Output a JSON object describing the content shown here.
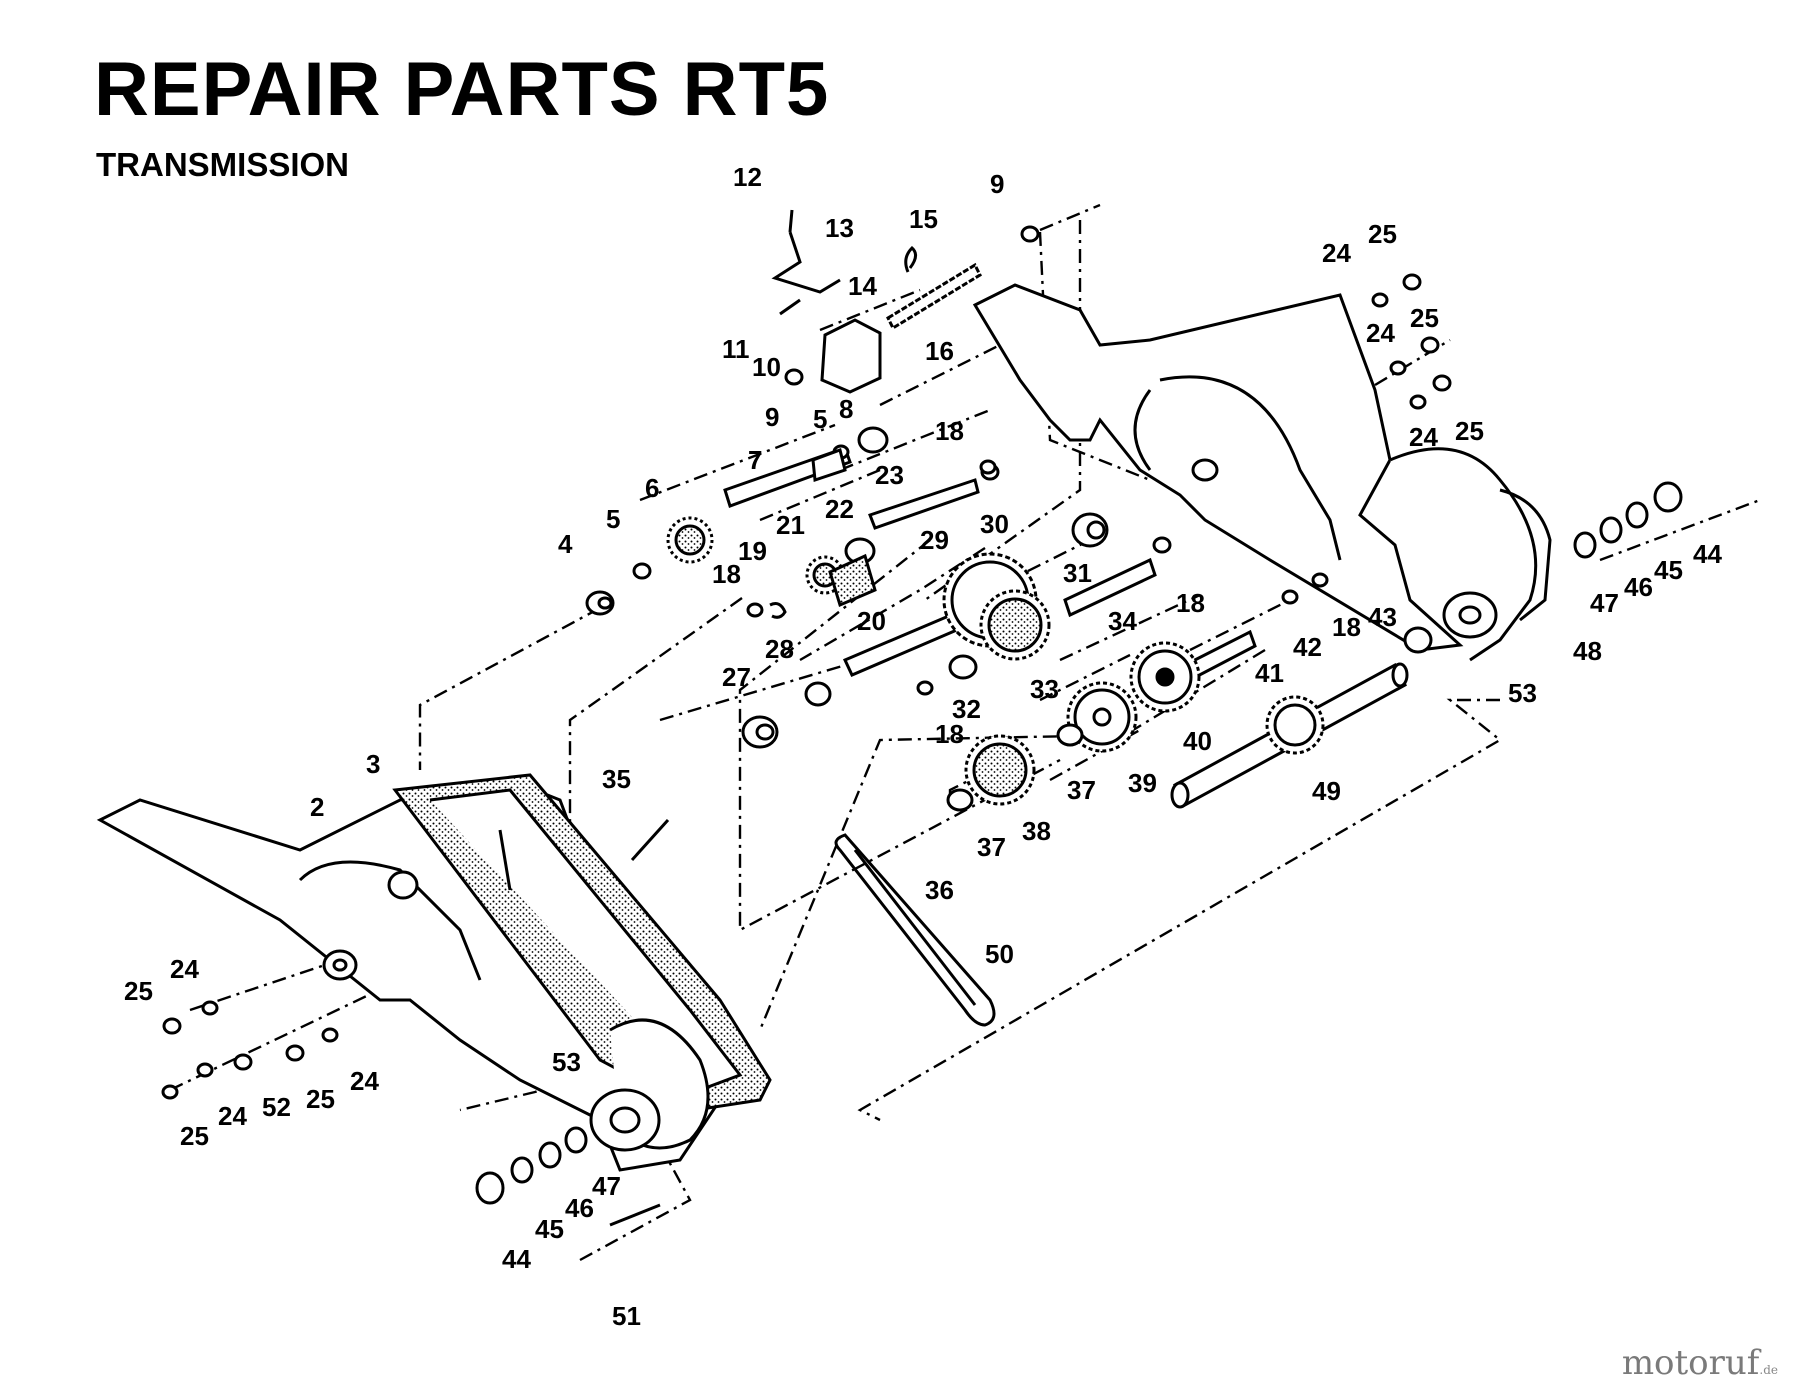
{
  "header": {
    "title": "REPAIR PARTS RT5",
    "subtitle": "TRANSMISSION"
  },
  "watermark": {
    "brand_a": "motoruf",
    "brand_b": "",
    "suffix": ".de"
  },
  "callouts": [
    {
      "id": "c12a",
      "label": "12"
    },
    {
      "id": "c13",
      "label": "13"
    },
    {
      "id": "c9a",
      "label": "9"
    },
    {
      "id": "c15",
      "label": "15"
    },
    {
      "id": "c14",
      "label": "14"
    },
    {
      "id": "c11",
      "label": "11"
    },
    {
      "id": "c10",
      "label": "10"
    },
    {
      "id": "c16",
      "label": "16"
    },
    {
      "id": "c9b",
      "label": "9"
    },
    {
      "id": "c8",
      "label": "8"
    },
    {
      "id": "c5a",
      "label": "5"
    },
    {
      "id": "c18a",
      "label": "18"
    },
    {
      "id": "c7",
      "label": "7"
    },
    {
      "id": "c23",
      "label": "23"
    },
    {
      "id": "c6",
      "label": "6"
    },
    {
      "id": "c22",
      "label": "22"
    },
    {
      "id": "c30",
      "label": "30"
    },
    {
      "id": "c4",
      "label": "4"
    },
    {
      "id": "c5b",
      "label": "5"
    },
    {
      "id": "c21",
      "label": "21"
    },
    {
      "id": "c29",
      "label": "29"
    },
    {
      "id": "c31",
      "label": "31"
    },
    {
      "id": "c19",
      "label": "19"
    },
    {
      "id": "c18b",
      "label": "18"
    },
    {
      "id": "c20",
      "label": "20"
    },
    {
      "id": "c34",
      "label": "34"
    },
    {
      "id": "c18c",
      "label": "18"
    },
    {
      "id": "c27",
      "label": "27"
    },
    {
      "id": "c28",
      "label": "28"
    },
    {
      "id": "c32",
      "label": "32"
    },
    {
      "id": "c33",
      "label": "33"
    },
    {
      "id": "c18d",
      "label": "18"
    },
    {
      "id": "c39",
      "label": "39"
    },
    {
      "id": "c40",
      "label": "40"
    },
    {
      "id": "c41",
      "label": "41"
    },
    {
      "id": "c42",
      "label": "42"
    },
    {
      "id": "c18e",
      "label": "18"
    },
    {
      "id": "c43",
      "label": "43"
    },
    {
      "id": "c53a",
      "label": "53"
    },
    {
      "id": "c48",
      "label": "48"
    },
    {
      "id": "c47a",
      "label": "47"
    },
    {
      "id": "c46a",
      "label": "46"
    },
    {
      "id": "c45a",
      "label": "45"
    },
    {
      "id": "c44a",
      "label": "44"
    },
    {
      "id": "c24a",
      "label": "24"
    },
    {
      "id": "c25a",
      "label": "25"
    },
    {
      "id": "c24b",
      "label": "24"
    },
    {
      "id": "c25b",
      "label": "25"
    },
    {
      "id": "c24c",
      "label": "24"
    },
    {
      "id": "c25c",
      "label": "25"
    },
    {
      "id": "c3",
      "label": "3"
    },
    {
      "id": "c2",
      "label": "2"
    },
    {
      "id": "c35",
      "label": "35"
    },
    {
      "id": "c37a",
      "label": "37"
    },
    {
      "id": "c38",
      "label": "38"
    },
    {
      "id": "c37b",
      "label": "37"
    },
    {
      "id": "c36",
      "label": "36"
    },
    {
      "id": "c49",
      "label": "49"
    },
    {
      "id": "c50",
      "label": "50"
    },
    {
      "id": "c24d",
      "label": "24"
    },
    {
      "id": "c25d",
      "label": "25"
    },
    {
      "id": "c24e",
      "label": "24"
    },
    {
      "id": "c53b",
      "label": "53"
    },
    {
      "id": "c52",
      "label": "52"
    },
    {
      "id": "c25e",
      "label": "25"
    },
    {
      "id": "c24f",
      "label": "24"
    },
    {
      "id": "c25f",
      "label": "25"
    },
    {
      "id": "c47b",
      "label": "47"
    },
    {
      "id": "c46b",
      "label": "46"
    },
    {
      "id": "c45b",
      "label": "45"
    },
    {
      "id": "c44b",
      "label": "44"
    },
    {
      "id": "c51",
      "label": "51"
    }
  ]
}
